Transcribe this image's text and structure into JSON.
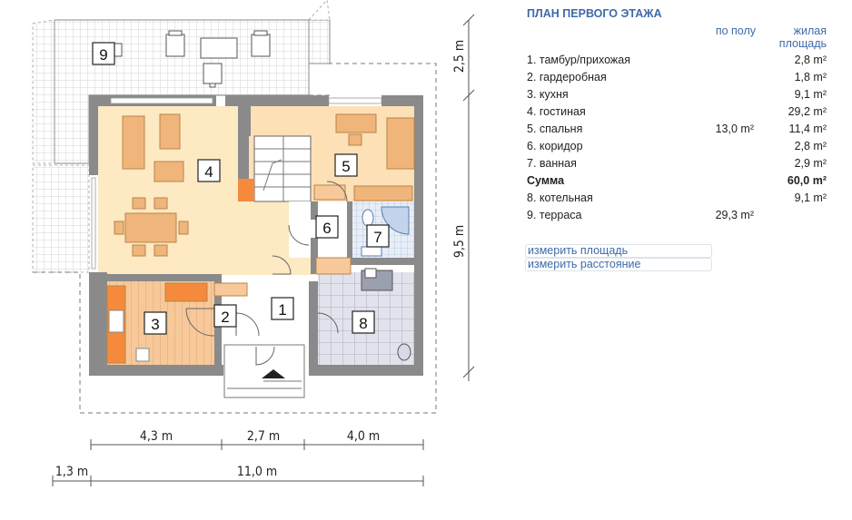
{
  "panel": {
    "title": "ПЛАН ПЕРВОГО ЭТАЖА",
    "col_floor": "по полу",
    "col_live_line1": "жилая",
    "col_live_line2": "площадь",
    "rows": [
      {
        "name": "1. тамбур/прихожая",
        "floor": "",
        "live": "2,8 m²",
        "bold": false
      },
      {
        "name": "2. гардеробная",
        "floor": "",
        "live": "1,8 m²",
        "bold": false
      },
      {
        "name": "3. кухня",
        "floor": "",
        "live": "9,1 m²",
        "bold": false
      },
      {
        "name": "4. гостиная",
        "floor": "",
        "live": "29,2 m²",
        "bold": false
      },
      {
        "name": "5. спальня",
        "floor": "13,0 m²",
        "live": "11,4 m²",
        "bold": false
      },
      {
        "name": "6. коридор",
        "floor": "",
        "live": "2,8 m²",
        "bold": false
      },
      {
        "name": "7. ванная",
        "floor": "",
        "live": "2,9 m²",
        "bold": false
      },
      {
        "name": "Сумма",
        "floor": "",
        "live": "60,0 m²",
        "bold": true
      },
      {
        "name": "8. котельная",
        "floor": "",
        "live": "9,1 m²",
        "bold": false
      },
      {
        "name": "9. терраса",
        "floor": "29,3 m²",
        "live": "",
        "bold": false
      }
    ],
    "tool_area": "измерить площадь",
    "tool_distance": "измерить расстояние"
  },
  "plan": {
    "rooms": [
      "1",
      "2",
      "3",
      "4",
      "5",
      "6",
      "7",
      "8",
      "9"
    ],
    "dims": {
      "top_right": "2,5 m",
      "right": "9,5 m",
      "seg1": "4,3 m",
      "seg2": "2,7 m",
      "seg3": "4,0 m",
      "left_small": "1,3 m",
      "total": "11,0 m"
    }
  }
}
